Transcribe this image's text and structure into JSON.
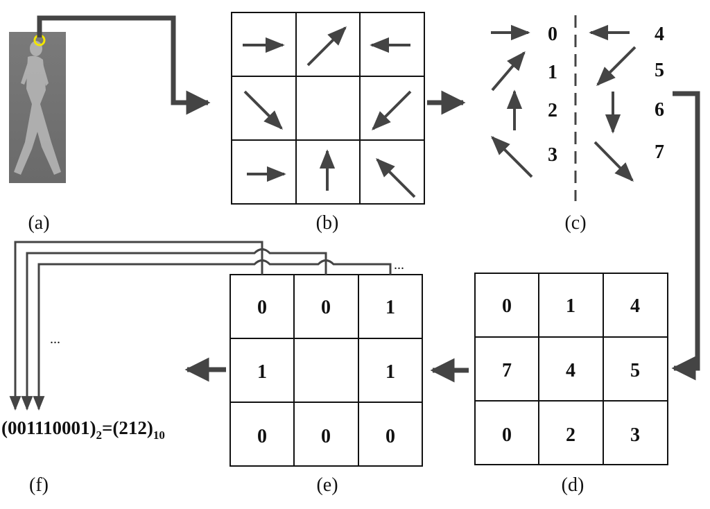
{
  "colors": {
    "stroke": "#444444",
    "grid": "#111111",
    "marker": "#f2e600"
  },
  "panel_labels": {
    "a": "(a)",
    "b": "(b)",
    "c": "(c)",
    "d": "(d)",
    "e": "(e)",
    "f": "(f)"
  },
  "panel_a": {
    "image_alt": "thermal pedestrian image"
  },
  "panel_b": {
    "directions": [
      "east",
      "northeast",
      "west",
      "southeast",
      "",
      "southwest",
      "east",
      "north",
      "northwest"
    ]
  },
  "panel_c": {
    "codes_left": [
      "0",
      "1",
      "2",
      "3"
    ],
    "codes_right": [
      "4",
      "5",
      "6",
      "7"
    ]
  },
  "panel_d": {
    "grid": [
      "0",
      "1",
      "4",
      "7",
      "4",
      "5",
      "0",
      "2",
      "3"
    ]
  },
  "panel_e": {
    "grid": [
      "0",
      "0",
      "1",
      "1",
      "",
      "1",
      "0",
      "0",
      "0"
    ],
    "ellipsis": "..."
  },
  "panel_f": {
    "binary": "(001110001)",
    "binary_sub": "2",
    "equals": "=",
    "decimal": "(212)",
    "decimal_sub": "10",
    "ellipsis": "..."
  }
}
